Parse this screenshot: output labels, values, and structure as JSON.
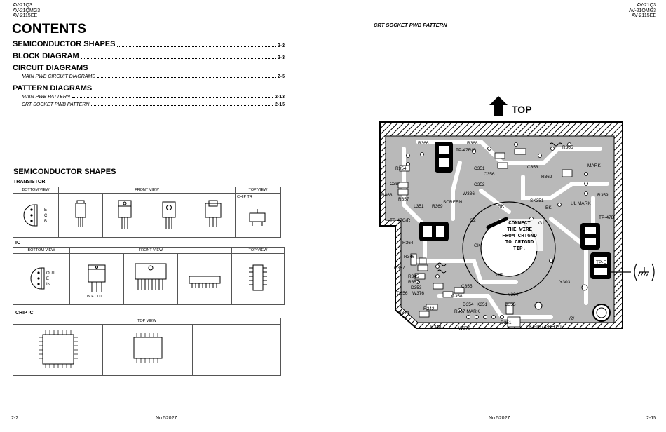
{
  "left_page": {
    "models": [
      "AV-21Q3",
      "AV-21QMG3",
      "AV-2115EE"
    ],
    "contents_title": "CONTENTS",
    "toc": [
      {
        "label": "SEMICONDUCTOR SHAPES",
        "page": "2-2"
      },
      {
        "label": "BLOCK DIAGRAM",
        "page": "2-3"
      },
      {
        "label": "CIRCUIT DIAGRAMS",
        "page": ""
      },
      {
        "label": "MAIN PWB CIRCUIT DIAGRAMS",
        "page": "2-5"
      },
      {
        "label": "PATTERN DIAGRAMS",
        "page": ""
      },
      {
        "label": "MAIN PWB PATTERN",
        "page": "2-13"
      },
      {
        "label": "CRT SOCKET PWB PATTERN",
        "page": "2-15"
      }
    ],
    "semiconductor_title": "SEMICONDUCTOR SHAPES",
    "transistor": {
      "heading": "TRANSISTOR",
      "bottom_view": "BOTTOM VIEW",
      "front_view": "FRONT VIEW",
      "top_view": "TOP VIEW",
      "chip_tr": "CHIP TR",
      "pins": [
        "E",
        "C",
        "B"
      ]
    },
    "ic": {
      "heading": "IC",
      "bottom_view": "BOTTOM VIEW",
      "front_view": "FRONT VIEW",
      "top_view": "TOP VIEW",
      "pins": [
        "OUT",
        "E",
        "IN"
      ],
      "front_pins": "IN E OUT"
    },
    "chip_ic": {
      "heading": "CHIP IC",
      "top_view": "TOP VIEW"
    },
    "page_number": "2-2",
    "doc_number": "No.52027"
  },
  "right_page": {
    "models": [
      "AV-21Q3",
      "AV-21QMG3",
      "AV-2115EE"
    ],
    "pattern_title": "CRT SOCKET PWB PATTERN",
    "top_label": "TOP",
    "connect_note": [
      "CONNECT",
      "THE WIRE",
      "FROM CRTGND",
      "TO CRTGND",
      "TIP."
    ],
    "board_id": "CKF1674-BH1-1",
    "components": [
      "R366",
      "R368",
      "R365",
      "C351",
      "C353",
      "TP-47R/G",
      "C356",
      "R354",
      "C354",
      "R363",
      "R357",
      "L351",
      "R364",
      "W336",
      "SCREEN",
      "C352",
      "R369",
      "R362",
      "SK351",
      "UL MARK",
      "MARK",
      "R359",
      "TP-47B",
      "TP-47G/R",
      "C357",
      "R346",
      "R345",
      "R352",
      "D353",
      "W376",
      "D356",
      "C358",
      "C355",
      "R344",
      "R342",
      "D354",
      "K351",
      "R367 MARK",
      "W370",
      "R348",
      "D355",
      "D351",
      "Y304",
      "Y303",
      "TP-E",
      "G1",
      "G2",
      "RK",
      "BK",
      "GK",
      "HE",
      "/2/"
    ],
    "page_number": "2-15",
    "doc_number": "No.52027"
  }
}
